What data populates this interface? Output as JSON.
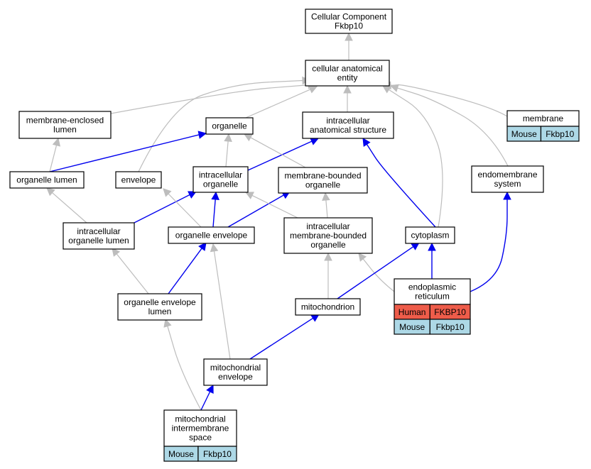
{
  "colors": {
    "edge_gray": "#bdbdbd",
    "edge_blue": "#0000ee",
    "human_cell": "#ee5c4a",
    "mouse_cell": "#add8e6",
    "node_border": "#000000",
    "background": "#ffffff"
  },
  "nodes": {
    "root": {
      "lines": [
        "Cellular Component",
        "Fkbp10"
      ]
    },
    "cae": {
      "lines": [
        "cellular anatomical",
        "entity"
      ]
    },
    "mel": {
      "lines": [
        "membrane-enclosed",
        "lumen"
      ]
    },
    "org": {
      "lines": [
        "organelle"
      ]
    },
    "ias": {
      "lines": [
        "intracellular",
        "anatomical structure"
      ]
    },
    "memb": {
      "lines": [
        "membrane"
      ],
      "table": [
        [
          "Mouse",
          "Fkbp10"
        ]
      ]
    },
    "orglumen": {
      "lines": [
        "organelle lumen"
      ]
    },
    "env": {
      "lines": [
        "envelope"
      ]
    },
    "intorg": {
      "lines": [
        "intracellular",
        "organelle"
      ]
    },
    "mbo": {
      "lines": [
        "membrane-bounded",
        "organelle"
      ]
    },
    "endo": {
      "lines": [
        "endomembrane",
        "system"
      ]
    },
    "iol": {
      "lines": [
        "intracellular",
        "organelle lumen"
      ]
    },
    "orgenv": {
      "lines": [
        "organelle envelope"
      ]
    },
    "imbo": {
      "lines": [
        "intracellular",
        "membrane-bounded",
        "organelle"
      ]
    },
    "cyto": {
      "lines": [
        "cytoplasm"
      ]
    },
    "er": {
      "lines": [
        "endoplasmic",
        "reticulum"
      ],
      "table": [
        [
          "Human",
          "FKBP10"
        ],
        [
          "Mouse",
          "Fkbp10"
        ]
      ]
    },
    "oel": {
      "lines": [
        "organelle envelope",
        "lumen"
      ]
    },
    "mito": {
      "lines": [
        "mitochondrion"
      ]
    },
    "mitoenv": {
      "lines": [
        "mitochondrial",
        "envelope"
      ]
    },
    "mims": {
      "lines": [
        "mitochondrial",
        "intermembrane",
        "space"
      ],
      "table": [
        [
          "Mouse",
          "Fkbp10"
        ]
      ]
    }
  },
  "edges": [
    {
      "from": "cae",
      "to": "root",
      "style": "gray"
    },
    {
      "from": "mel",
      "to": "cae",
      "style": "gray"
    },
    {
      "from": "org",
      "to": "cae",
      "style": "gray"
    },
    {
      "from": "ias",
      "to": "cae",
      "style": "gray"
    },
    {
      "from": "memb",
      "to": "cae",
      "style": "gray"
    },
    {
      "from": "env",
      "to": "cae",
      "style": "gray"
    },
    {
      "from": "endo",
      "to": "cae",
      "style": "gray"
    },
    {
      "from": "cyto",
      "to": "cae",
      "style": "gray"
    },
    {
      "from": "orglumen",
      "to": "mel",
      "style": "gray"
    },
    {
      "from": "orglumen",
      "to": "org",
      "style": "blue"
    },
    {
      "from": "intorg",
      "to": "org",
      "style": "gray"
    },
    {
      "from": "intorg",
      "to": "ias",
      "style": "blue"
    },
    {
      "from": "mbo",
      "to": "org",
      "style": "gray"
    },
    {
      "from": "iol",
      "to": "orglumen",
      "style": "gray"
    },
    {
      "from": "iol",
      "to": "intorg",
      "style": "blue"
    },
    {
      "from": "orgenv",
      "to": "env",
      "style": "gray"
    },
    {
      "from": "orgenv",
      "to": "intorg",
      "style": "blue"
    },
    {
      "from": "orgenv",
      "to": "mbo",
      "style": "blue"
    },
    {
      "from": "imbo",
      "to": "intorg",
      "style": "gray"
    },
    {
      "from": "imbo",
      "to": "mbo",
      "style": "gray"
    },
    {
      "from": "cyto",
      "to": "ias",
      "style": "blue"
    },
    {
      "from": "er",
      "to": "imbo",
      "style": "gray"
    },
    {
      "from": "er",
      "to": "cyto",
      "style": "blue"
    },
    {
      "from": "er",
      "to": "endo",
      "style": "blue"
    },
    {
      "from": "oel",
      "to": "iol",
      "style": "gray"
    },
    {
      "from": "oel",
      "to": "orgenv",
      "style": "blue"
    },
    {
      "from": "mito",
      "to": "imbo",
      "style": "gray"
    },
    {
      "from": "mito",
      "to": "cyto",
      "style": "blue"
    },
    {
      "from": "mitoenv",
      "to": "orgenv",
      "style": "gray"
    },
    {
      "from": "mitoenv",
      "to": "mito",
      "style": "blue"
    },
    {
      "from": "mims",
      "to": "oel",
      "style": "gray"
    },
    {
      "from": "mims",
      "to": "mitoenv",
      "style": "blue"
    }
  ]
}
